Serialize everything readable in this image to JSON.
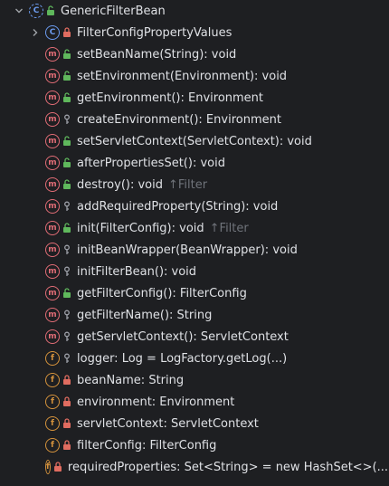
{
  "root": {
    "label": "GenericFilterBean",
    "icon": "abstract-class-icon",
    "visibility": "public"
  },
  "nested": {
    "label": "FilterConfigPropertyValues",
    "icon": "class-icon",
    "visibility": "private"
  },
  "members": [
    {
      "label": "setBeanName(String): void",
      "kind": "method",
      "visibility": "public",
      "hint": ""
    },
    {
      "label": "setEnvironment(Environment): void",
      "kind": "method",
      "visibility": "public",
      "hint": ""
    },
    {
      "label": "getEnvironment(): Environment",
      "kind": "method",
      "visibility": "public",
      "hint": ""
    },
    {
      "label": "createEnvironment(): Environment",
      "kind": "method",
      "visibility": "protected",
      "hint": ""
    },
    {
      "label": "setServletContext(ServletContext): void",
      "kind": "method",
      "visibility": "public",
      "hint": ""
    },
    {
      "label": "afterPropertiesSet(): void",
      "kind": "method",
      "visibility": "public",
      "hint": ""
    },
    {
      "label": "destroy(): void",
      "kind": "method",
      "visibility": "public",
      "hint": "↑Filter"
    },
    {
      "label": "addRequiredProperty(String): void",
      "kind": "method",
      "visibility": "protected",
      "hint": ""
    },
    {
      "label": "init(FilterConfig): void",
      "kind": "method",
      "visibility": "public",
      "hint": "↑Filter"
    },
    {
      "label": "initBeanWrapper(BeanWrapper): void",
      "kind": "method",
      "visibility": "protected",
      "hint": ""
    },
    {
      "label": "initFilterBean(): void",
      "kind": "method",
      "visibility": "protected",
      "hint": ""
    },
    {
      "label": "getFilterConfig(): FilterConfig",
      "kind": "method",
      "visibility": "public",
      "hint": ""
    },
    {
      "label": "getFilterName(): String",
      "kind": "method",
      "visibility": "protected",
      "hint": ""
    },
    {
      "label": "getServletContext(): ServletContext",
      "kind": "method",
      "visibility": "protected",
      "hint": ""
    },
    {
      "label": "logger: Log = LogFactory.getLog(...)",
      "kind": "field",
      "visibility": "protected",
      "hint": ""
    },
    {
      "label": "beanName: String",
      "kind": "field",
      "visibility": "private",
      "hint": ""
    },
    {
      "label": "environment: Environment",
      "kind": "field",
      "visibility": "private",
      "hint": ""
    },
    {
      "label": "servletContext: ServletContext",
      "kind": "field",
      "visibility": "private",
      "hint": ""
    },
    {
      "label": "filterConfig: FilterConfig",
      "kind": "field",
      "visibility": "private",
      "hint": ""
    },
    {
      "label": "requiredProperties: Set<String> = new HashSet<>(...)",
      "kind": "field",
      "visibility": "private",
      "hint": ""
    }
  ],
  "colors": {
    "background": "#1e1f22",
    "text": "#dfe1e5",
    "hint": "#6f737a",
    "method": "#e06c75",
    "field": "#d4923c",
    "class": "#6c9cf0",
    "public": "#5fb85c",
    "private": "#e06c60",
    "protected": "#9da0a8"
  }
}
